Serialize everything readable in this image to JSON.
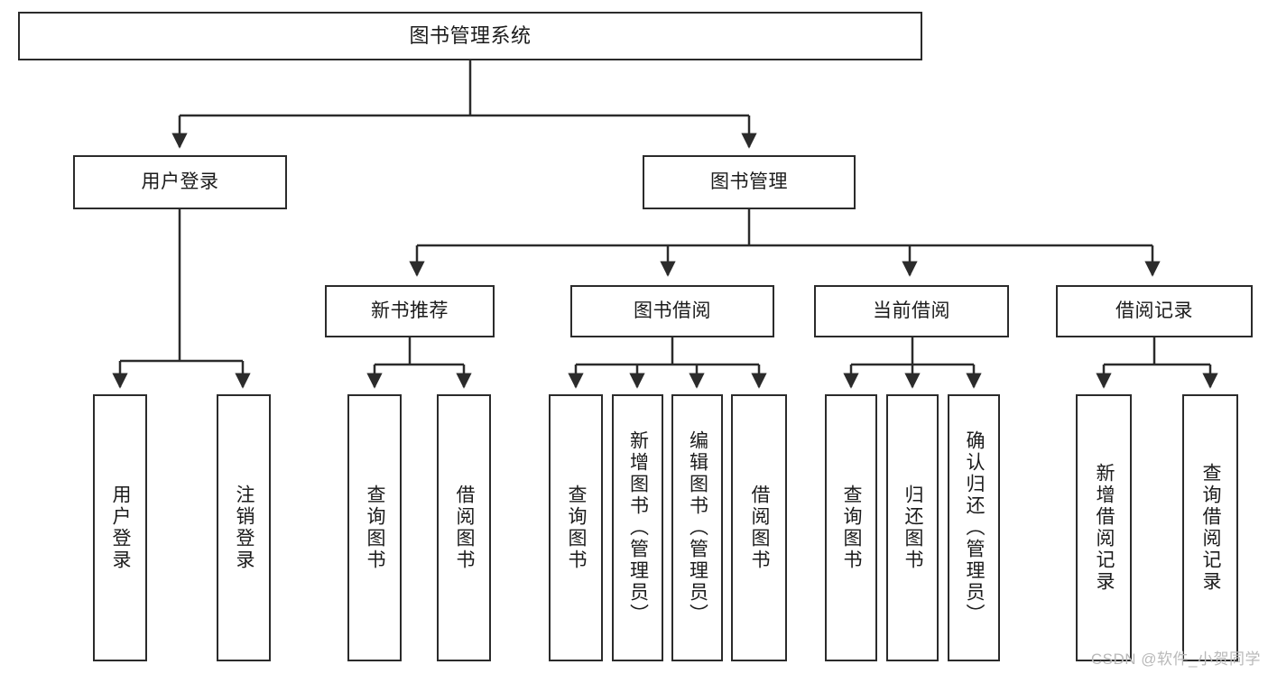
{
  "diagram": {
    "title": "图书管理系统",
    "watermark": "CSDN @软件_小贺同学",
    "colors": {
      "stroke": "#2b2b2b",
      "fill": "#ffffff",
      "text": "#1b1b1b",
      "watermark": "#b9b9b9"
    },
    "root": {
      "label": "图书管理系统"
    },
    "level2": [
      {
        "label": "用户登录"
      },
      {
        "label": "图书管理"
      }
    ],
    "level3": [
      {
        "label": "新书推荐"
      },
      {
        "label": "图书借阅"
      },
      {
        "label": "当前借阅"
      },
      {
        "label": "借阅记录"
      }
    ],
    "leaves_user_login": [
      {
        "label": "用户登录"
      },
      {
        "label": "注销登录"
      }
    ],
    "leaves_new_book": [
      {
        "label": "查询图书"
      },
      {
        "label": "借阅图书"
      }
    ],
    "leaves_borrow": [
      {
        "label": "查询图书"
      },
      {
        "label": "新增图书（管理员）"
      },
      {
        "label": "编辑图书（管理员）"
      },
      {
        "label": "借阅图书"
      }
    ],
    "leaves_current": [
      {
        "label": "查询图书"
      },
      {
        "label": "归还图书"
      },
      {
        "label": "确认归还（管理员）"
      }
    ],
    "leaves_records": [
      {
        "label": "新增借阅记录"
      },
      {
        "label": "查询借阅记录"
      }
    ]
  }
}
